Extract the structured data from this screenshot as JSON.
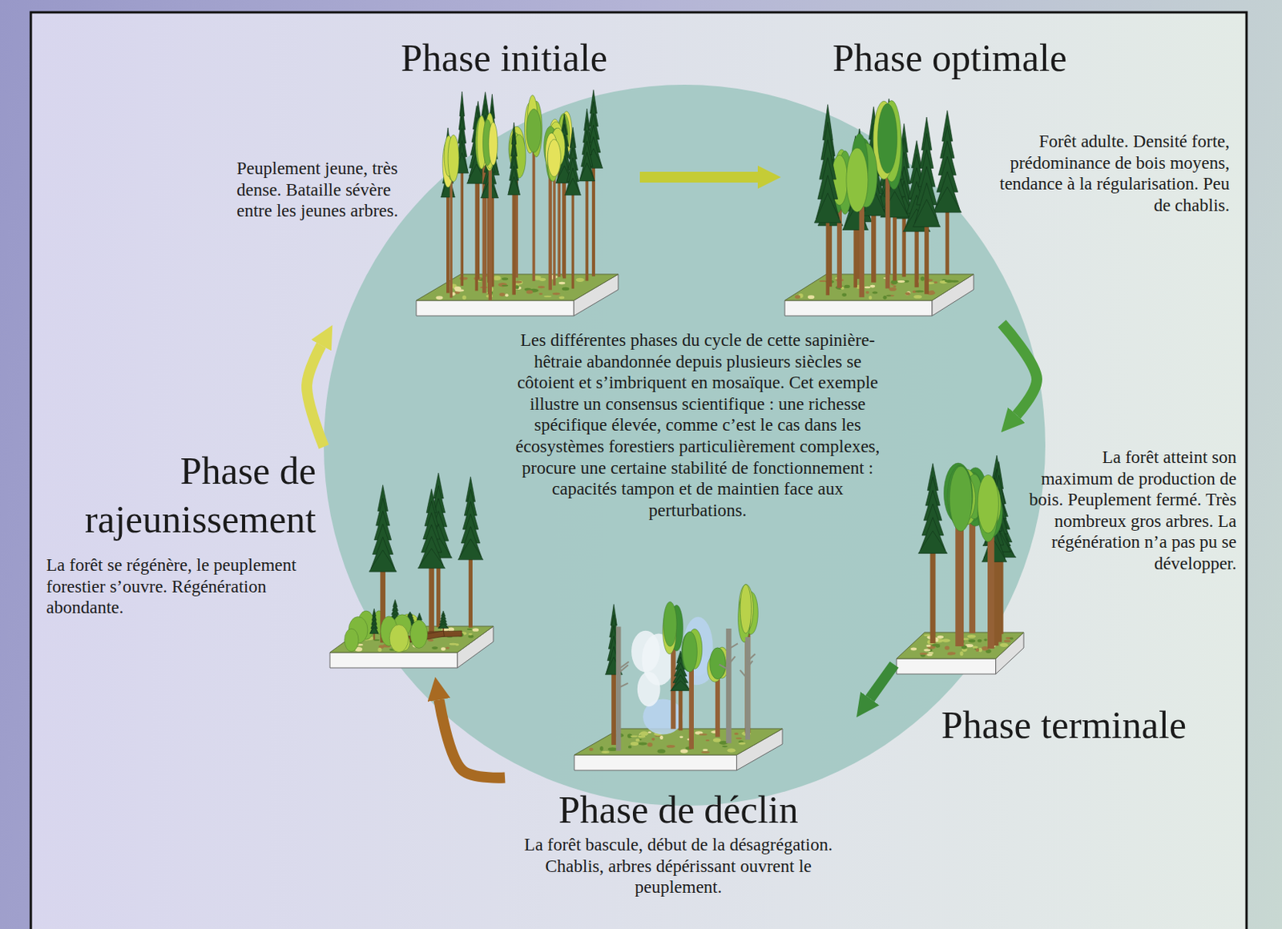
{
  "diagram": {
    "nodes": [
      {
        "text": [
          "Phase initiale",
          "Peuplement jeune, très dense. Bataille sévère entre les jeunes arbres."
        ]
      },
      {
        "text": [
          "Phase optimale",
          "Forêt adulte. Densité forte, prédominance de bois moyens, tendance à la régularisation. Peu de chablis."
        ]
      },
      {
        "text": [
          "Les différentes phases du cycle de cette sapinière-hêtraie abandonnée depuis plusieurs siècles se côtoient et s’imbriquent en mosaïque. Cet exemple illustre un consensus scientifique : une richesse spécifique élevée, comme c’est le cas dans les écosystèmes forestiers particulièrement complexes, procure une certaine stabilité de fonctionnement : capacités tampon et de maintien face aux perturbations."
        ]
      },
      {
        "text": [
          "Phase de rajeunissement",
          "La forêt se régénère, le peuplement forestier s’ouvre. Régénération abondante."
        ]
      },
      {
        "text": [
          "Phase terminale",
          "La forêt atteint son maximum de production de bois. Peuplement fermé. Très nombreux gros arbres. La régénération n’a pas pu se développer."
        ]
      },
      {
        "text": [
          "Phase de déclin",
          "La forêt bascule, début de la désagrégation. Chablis, arbres dépérissant ouvrent le peuplement."
        ]
      }
    ],
    "edges": [
      {
        "from": 0,
        "to": 1,
        "arrow": "to"
      },
      {
        "from": 1,
        "to": 4,
        "arrow": "to"
      },
      {
        "from": 4,
        "to": 5,
        "arrow": "to"
      },
      {
        "from": 5,
        "to": 3,
        "arrow": "to"
      },
      {
        "from": 3,
        "to": 0,
        "arrow": "to"
      }
    ]
  }
}
